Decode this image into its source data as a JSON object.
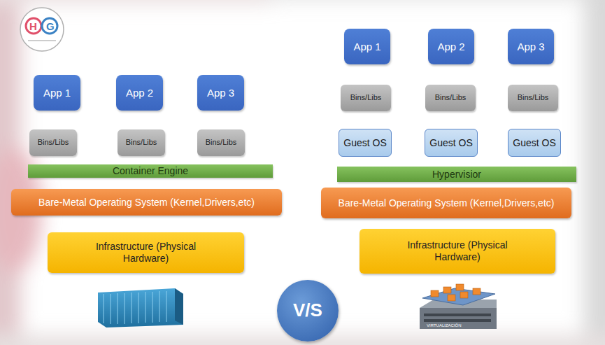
{
  "diagram": {
    "nodes": [
      {
        "text": [
          "App 1"
        ]
      },
      {
        "text": [
          "App 2"
        ]
      },
      {
        "text": [
          "App 3"
        ]
      },
      {
        "text": [
          "Bins/Libs"
        ]
      },
      {
        "text": [
          "Bins/Libs"
        ]
      },
      {
        "text": [
          "Bins/Libs"
        ]
      },
      {
        "text": [
          "Container Engine"
        ]
      },
      {
        "text": [
          "Bare-Metal Operating System (Kernel,Drivers,etc)"
        ]
      },
      {
        "text": [
          "Infrastructure (Physical Hardware)"
        ]
      },
      {
        "text": [
          "App 1"
        ]
      },
      {
        "text": [
          "App 2"
        ]
      },
      {
        "text": [
          "App 3"
        ]
      },
      {
        "text": [
          "Bins/Libs"
        ]
      },
      {
        "text": [
          "Bins/Libs"
        ]
      },
      {
        "text": [
          "Bins/Libs"
        ]
      },
      {
        "text": [
          "Guest OS"
        ]
      },
      {
        "text": [
          "Guest OS"
        ]
      },
      {
        "text": [
          "Guest OS"
        ]
      },
      {
        "text": [
          "Hypervisior"
        ]
      },
      {
        "text": [
          "Bare-Metal Operating System (Kernel,Drivers,etc)"
        ]
      },
      {
        "text": [
          "Infrastructure (Physical Hardware)"
        ]
      },
      {
        "text": [
          "V/S"
        ]
      }
    ],
    "labels": [
      "H",
      "G",
      "VIRTUALIZACIÓN"
    ]
  }
}
